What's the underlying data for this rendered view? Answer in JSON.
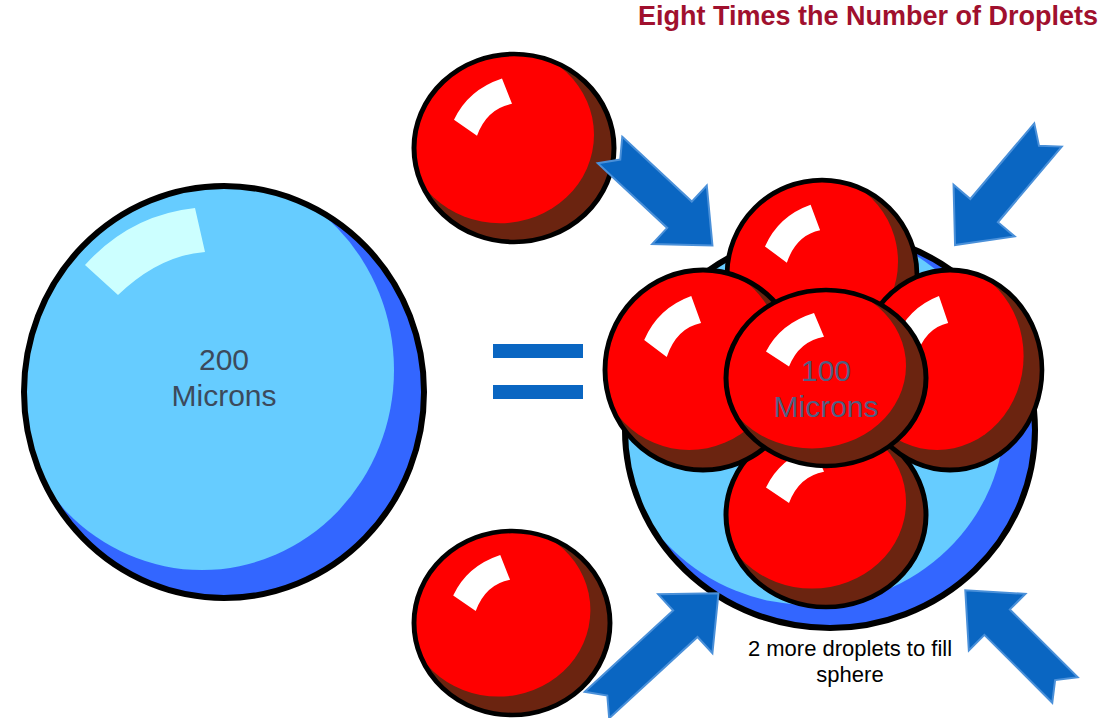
{
  "diagram": {
    "title": "Eight Times the Number of Droplets",
    "nodes": [
      {
        "text": [
          "200 Microns"
        ]
      },
      {
        "text": [
          "100 Microns"
        ]
      }
    ],
    "labels": [
      "2 more droplets to fill sphere"
    ]
  }
}
